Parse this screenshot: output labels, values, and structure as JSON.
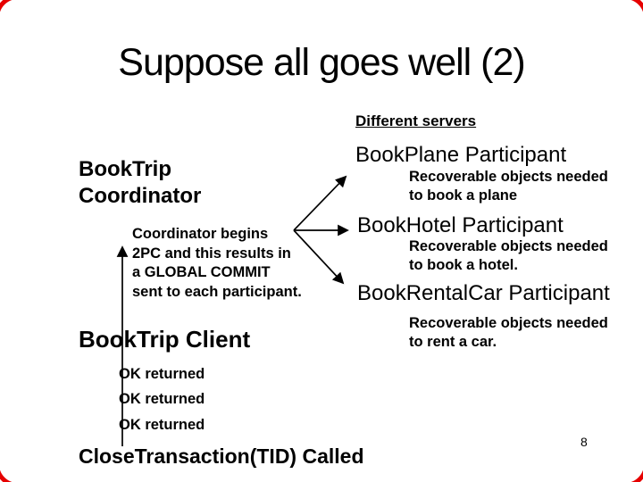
{
  "slide": {
    "title": "Suppose all goes well (2)",
    "servers_heading": "Different servers",
    "coordinator_label": "BookTrip\nCoordinator",
    "coordinator_note": "Coordinator begins\n2PC and this results in\na GLOBAL COMMIT\nsent to each participant.",
    "participants": [
      {
        "name": "BookPlane Participant",
        "desc": "Recoverable objects needed\nto book a plane"
      },
      {
        "name": "BookHotel Participant",
        "desc": "Recoverable objects needed\nto book a hotel."
      },
      {
        "name": "BookRentalCar Participant",
        "desc": "Recoverable objects needed\nto rent a car."
      }
    ],
    "client_label": "BookTrip Client",
    "ok_events": [
      "OK returned",
      "OK returned",
      "OK returned"
    ],
    "close_label": "CloseTransaction(TID) Called",
    "page_number": "8",
    "colors": {
      "background": "#ffffff",
      "text": "#000000",
      "corner_border": "#e60000",
      "arrows": "#000000"
    }
  }
}
